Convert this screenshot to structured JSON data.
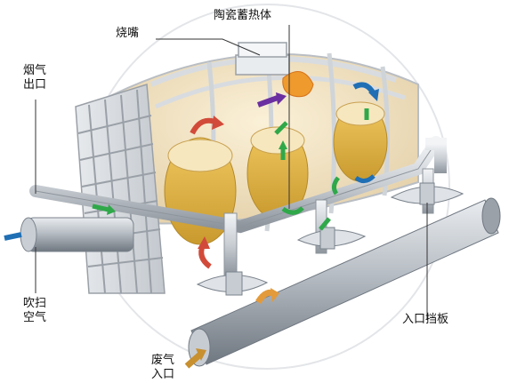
{
  "labels": {
    "burner": "烧嘴",
    "ceramic": "陶瓷蓄热体",
    "flue_outlet": [
      "烟气",
      "出口"
    ],
    "purge_air": [
      "吹扫",
      "空气"
    ],
    "inlet_damper": "入口挡板",
    "exhaust_inlet": [
      "废气",
      "入口"
    ]
  },
  "colors": {
    "arrow_green": "#2fa84a",
    "arrow_red": "#d24b3a",
    "arrow_purple": "#6a2fa0",
    "arrow_orange": "#e39a3a",
    "arrow_blue": "#1f6fb5",
    "arrow_tan": "#c8902f",
    "ceramic_fill": "#e8b84a",
    "steel": "#d9dde2"
  }
}
